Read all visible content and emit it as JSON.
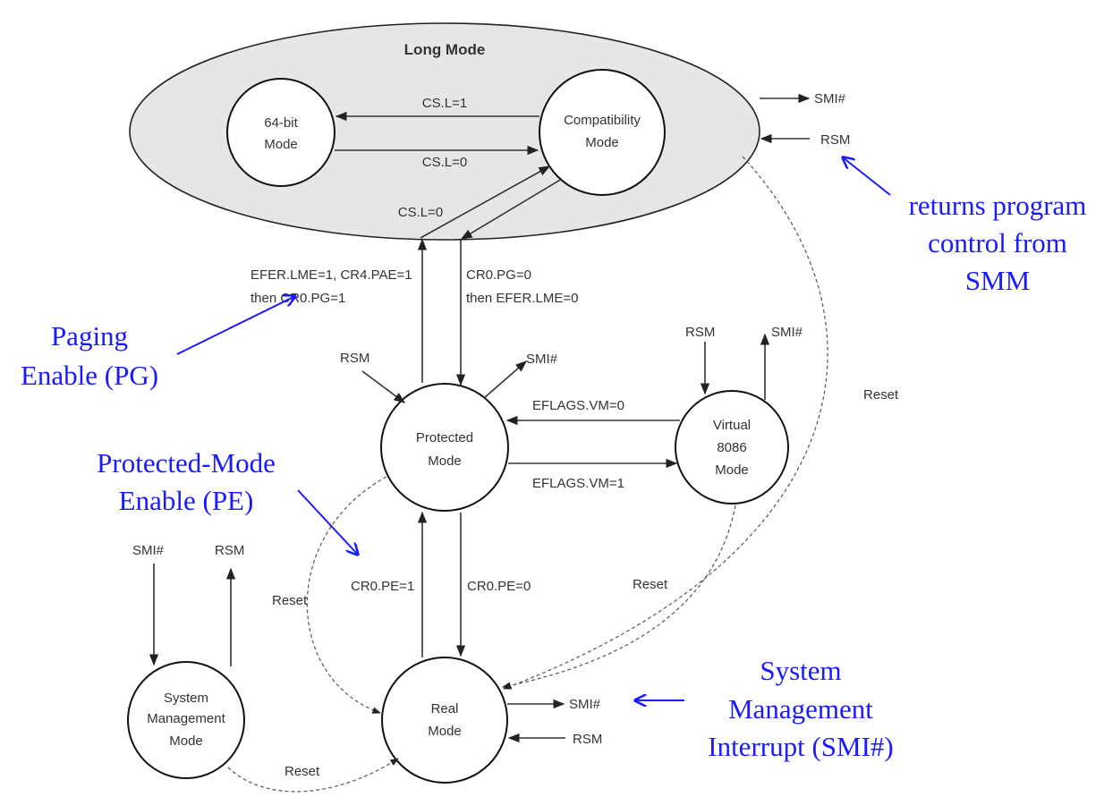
{
  "long_mode": {
    "title": "Long Mode"
  },
  "states": {
    "bit64": [
      "64-bit",
      "Mode"
    ],
    "compat": [
      "Compatibility",
      "Mode"
    ],
    "protected": [
      "Protected",
      "Mode"
    ],
    "v86": [
      "Virtual",
      "8086",
      "Mode"
    ],
    "real": [
      "Real",
      "Mode"
    ],
    "smm": [
      "System",
      "Management",
      "Mode"
    ]
  },
  "transitions": {
    "csl1": "CS.L=1",
    "csl0": "CS.L=0",
    "csl0_entry": "CS.L=0",
    "enter_long": [
      "EFER.LME=1, CR4.PAE=1",
      "then CR0.PG=1"
    ],
    "exit_long": [
      "CR0.PG=0",
      "then EFER.LME=0"
    ],
    "vm0": "EFLAGS.VM=0",
    "vm1": "EFLAGS.VM=1",
    "pe1": "CR0.PE=1",
    "pe0": "CR0.PE=0",
    "smi": "SMI#",
    "rsm": "RSM",
    "reset": "Reset"
  },
  "annotations": {
    "rsm_note": [
      "returns program",
      "control from",
      "SMM"
    ],
    "pg_note": [
      "Paging",
      "Enable (PG)"
    ],
    "pe_note": [
      "Protected-Mode",
      "Enable (PE)"
    ],
    "smi_note": [
      "System",
      "Management",
      "Interrupt (SMI#)"
    ]
  },
  "colors": {
    "annotation": "#1a1aff",
    "long_mode_fill": "#e6e6e6"
  }
}
